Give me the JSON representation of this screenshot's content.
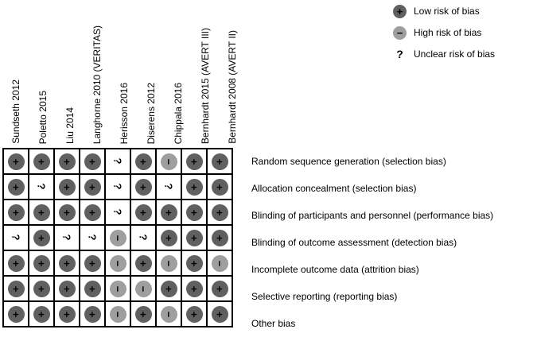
{
  "legend": {
    "items": [
      {
        "risk": "low",
        "symbol": "+",
        "label": "Low risk of bias"
      },
      {
        "risk": "high",
        "symbol": "−",
        "label": "High risk of bias"
      },
      {
        "risk": "unclear",
        "symbol": "?",
        "label": "Unclear risk of bias"
      }
    ]
  },
  "chart_data": {
    "type": "heatmap",
    "title": "",
    "legend_position": "top-right",
    "cell_symbols": {
      "low": "+",
      "high": "−",
      "unclear": "?"
    },
    "columns": [
      "Sundseth 2012",
      "Poletto 2015",
      "Liu 2014",
      "Langhorne 2010 (VERITAS)",
      "Herisson 2016",
      "Diserens 2012",
      "Chippala 2016",
      "Bernhardt 2015 (AVERT III)",
      "Bernhardt 2008 (AVERT II)"
    ],
    "rows": [
      {
        "label": "Random sequence generation (selection bias)",
        "judgements": [
          "low",
          "low",
          "low",
          "low",
          "unclear",
          "low",
          "high",
          "low",
          "low"
        ]
      },
      {
        "label": "Allocation concealment (selection bias)",
        "judgements": [
          "low",
          "unclear",
          "low",
          "low",
          "unclear",
          "low",
          "unclear",
          "low",
          "low"
        ]
      },
      {
        "label": "Blinding of participants and personnel (performance bias)",
        "judgements": [
          "low",
          "low",
          "low",
          "low",
          "unclear",
          "low",
          "low",
          "low",
          "low"
        ]
      },
      {
        "label": "Blinding of outcome assessment (detection bias)",
        "judgements": [
          "unclear",
          "low",
          "unclear",
          "unclear",
          "high",
          "unclear",
          "low",
          "low",
          "low"
        ]
      },
      {
        "label": "Incomplete outcome data (attrition bias)",
        "judgements": [
          "low",
          "low",
          "low",
          "low",
          "high",
          "low",
          "high",
          "low",
          "high"
        ]
      },
      {
        "label": "Selective reporting (reporting bias)",
        "judgements": [
          "low",
          "low",
          "low",
          "low",
          "high",
          "high",
          "low",
          "low",
          "low"
        ]
      },
      {
        "label": "Other bias",
        "judgements": [
          "low",
          "low",
          "low",
          "low",
          "high",
          "low",
          "high",
          "low",
          "low"
        ]
      }
    ],
    "colors": {
      "low_circle": "#606060",
      "high_circle": "#9e9e9e",
      "symbol": "#000000",
      "grid_border": "#000000",
      "background": "#ffffff"
    }
  }
}
